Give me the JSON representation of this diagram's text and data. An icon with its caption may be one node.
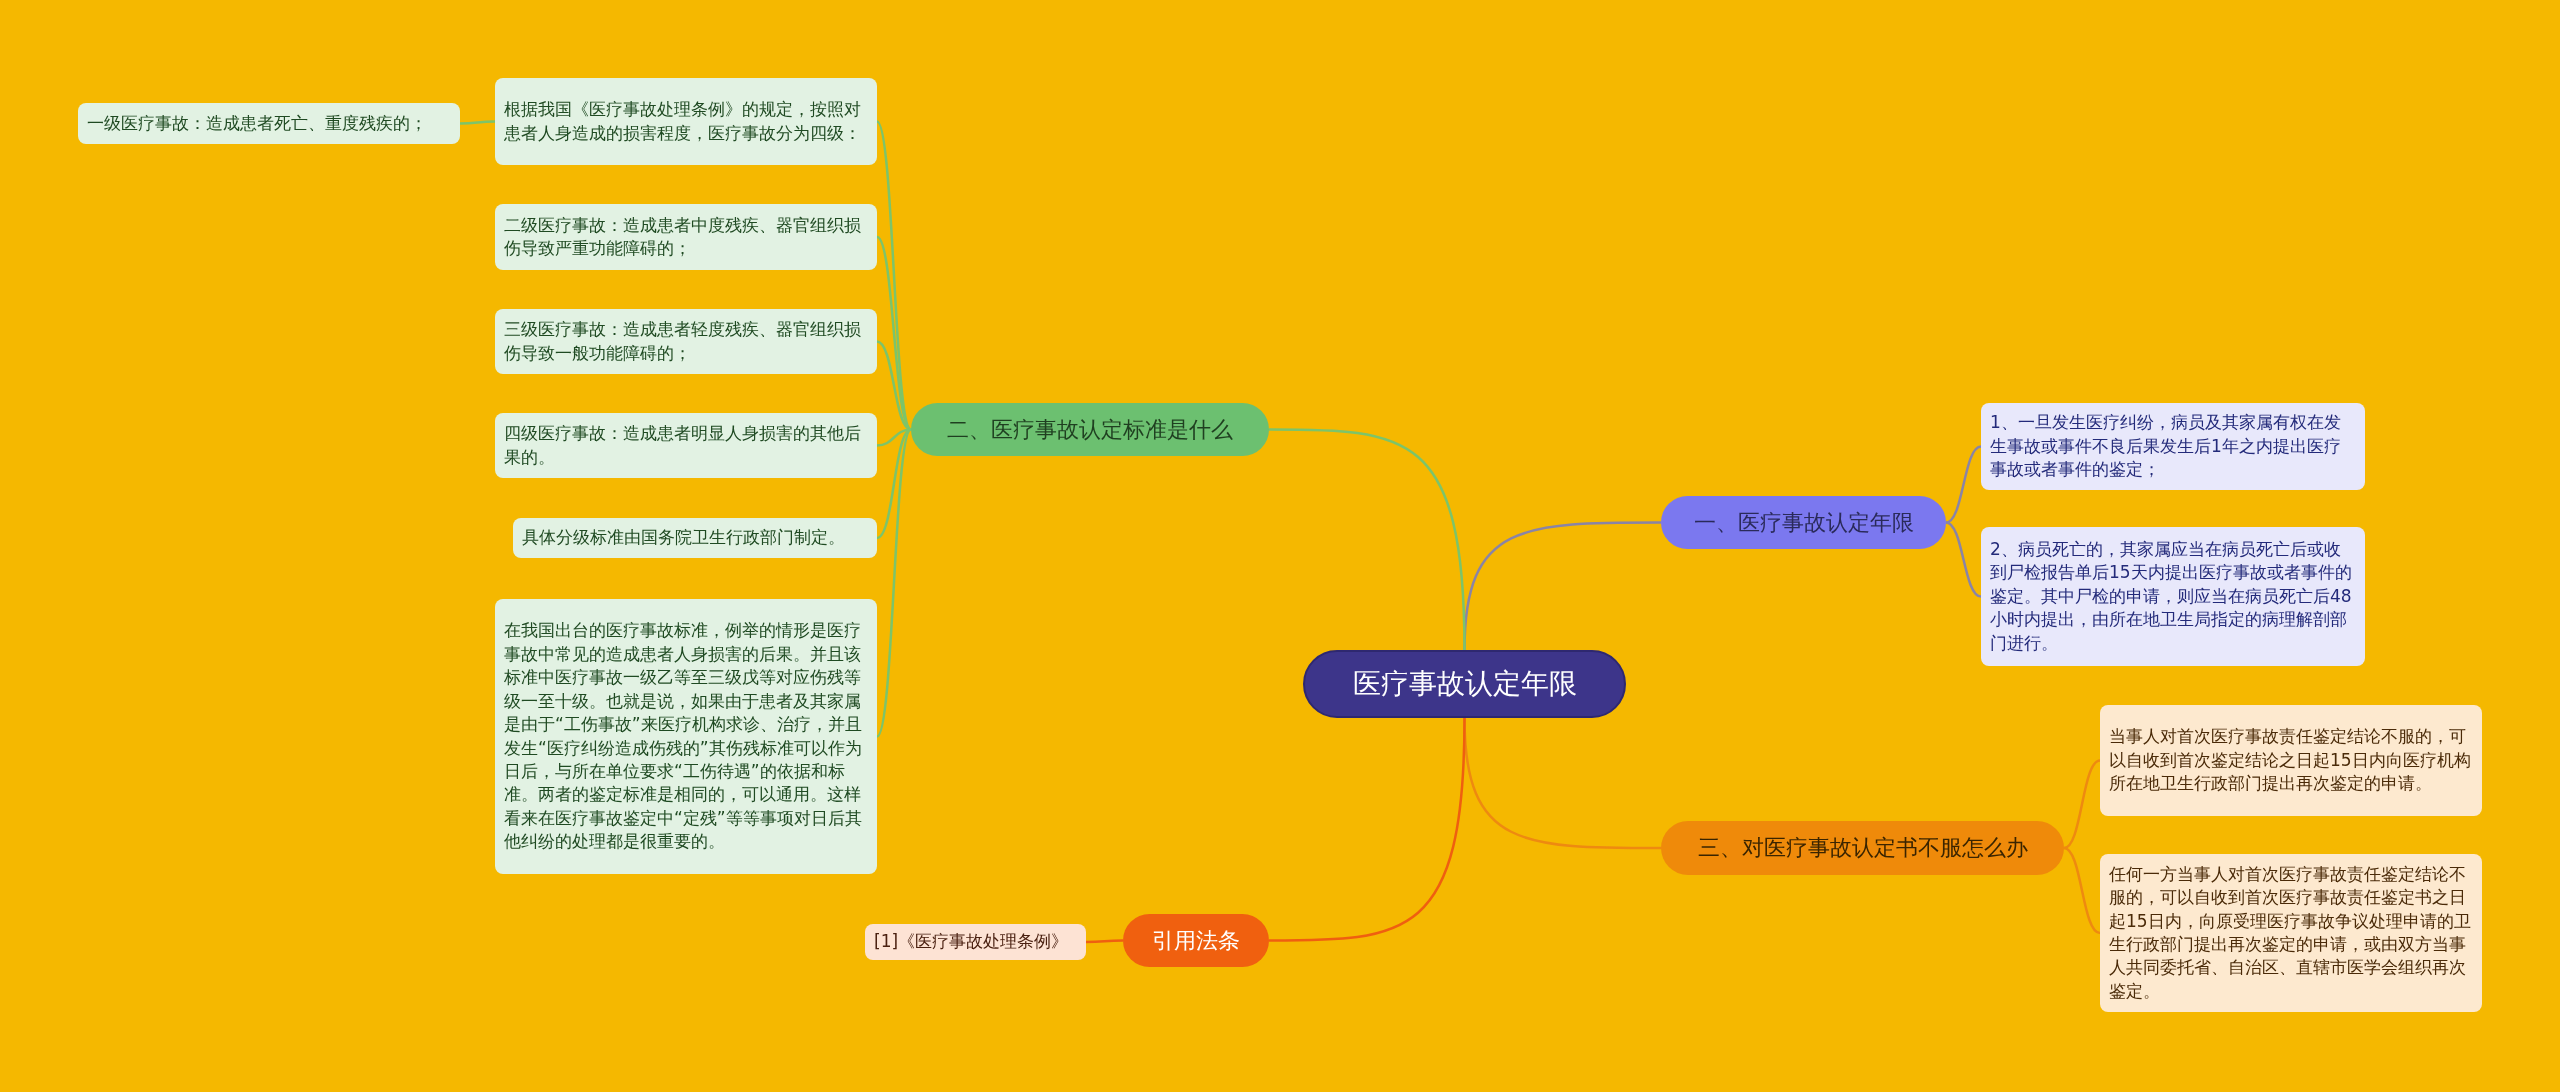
{
  "diagram": {
    "nodes": [
      {
        "text": [
          "医疗事故认定年限"
        ]
      },
      {
        "text": [
          "一、医疗事故认定年限"
        ]
      },
      {
        "text": [
          "1、一旦发生医疗纠纷，病员及其家属有权在发生事故或事件不良后果发生后1年之内提出医疗事故或者事件的鉴定；"
        ]
      },
      {
        "text": [
          "2、病员死亡的，其家属应当在病员死亡后或收到尸检报告单后15天内提出医疗事故或者事件的鉴定。其中尸检的申请，则应当在病员死亡后48小时内提出，由所在地卫生局指定的病理解剖部门进行。"
        ]
      },
      {
        "text": [
          "二、医疗事故认定标准是什么"
        ]
      },
      {
        "text": [
          "根据我国《医疗事故处理条例》的规定，按照对患者人身造成的损害程度，医疗事故分为四级："
        ]
      },
      {
        "text": [
          "一级医疗事故：造成患者死亡、重度残疾的；"
        ]
      },
      {
        "text": [
          "二级医疗事故：造成患者中度残疾、器官组织损伤导致严重功能障碍的；"
        ]
      },
      {
        "text": [
          "三级医疗事故：造成患者轻度残疾、器官组织损伤导致一般功能障碍的；"
        ]
      },
      {
        "text": [
          "四级医疗事故：造成患者明显人身损害的其他后果的。"
        ]
      },
      {
        "text": [
          "具体分级标准由国务院卫生行政部门制定。"
        ]
      },
      {
        "text": [
          "在我国出台的医疗事故标准，例举的情形是医疗事故中常见的造成患者人身损害的后果。并且该标准中医疗事故一级乙等至三级戊等对应伤残等级一至十级。也就是说，如果由于患者及其家属是由于“工伤事故”来医疗机构求诊、治疗，并且发生“医疗纠纷造成伤残的”其伤残标准可以作为日后，与所在单位要求“工伤待遇”的依据和标准。两者的鉴定标准是相同的，可以通用。这样看来在医疗事故鉴定中“定残”等等事项对日后其他纠纷的处理都是很重要的。"
        ]
      },
      {
        "text": [
          "三、对医疗事故认定书不服怎么办"
        ]
      },
      {
        "text": [
          "当事人对首次医疗事故责任鉴定结论不服的，可以自收到首次鉴定结论之日起15日内向医疗机构所在地卫生行政部门提出再次鉴定的申请。"
        ]
      },
      {
        "text": [
          "任何一方当事人对首次医疗事故责任鉴定结论不服的，可以自收到首次医疗事故责任鉴定书之日起15日内，向原受理医疗事故争议处理申请的卫生行政部门提出再次鉴定的申请，或由双方当事人共同委托省、自治区、直辖市医学会组织再次鉴定。"
        ]
      },
      {
        "text": [
          "引用法条"
        ]
      },
      {
        "text": [
          "[1]《医疗事故处理条例》"
        ]
      }
    ],
    "edges": [
      {
        "from": 0,
        "to": 1,
        "arrow": "none",
        "color": "#8a84a6"
      },
      {
        "from": 1,
        "to": 2,
        "arrow": "none",
        "color": "#8a84a6"
      },
      {
        "from": 1,
        "to": 3,
        "arrow": "none",
        "color": "#8a84a6"
      },
      {
        "from": 0,
        "to": 4,
        "arrow": "none",
        "color": "#7cc46a"
      },
      {
        "from": 4,
        "to": 5,
        "arrow": "none",
        "color": "#7cc46a"
      },
      {
        "from": 5,
        "to": 6,
        "arrow": "none",
        "color": "#7cc46a"
      },
      {
        "from": 4,
        "to": 7,
        "arrow": "none",
        "color": "#7cc46a"
      },
      {
        "from": 4,
        "to": 8,
        "arrow": "none",
        "color": "#7cc46a"
      },
      {
        "from": 4,
        "to": 9,
        "arrow": "none",
        "color": "#7cc46a"
      },
      {
        "from": 4,
        "to": 10,
        "arrow": "none",
        "color": "#7cc46a"
      },
      {
        "from": 4,
        "to": 11,
        "arrow": "none",
        "color": "#7cc46a"
      },
      {
        "from": 0,
        "to": 12,
        "arrow": "none",
        "color": "#ee8a10"
      },
      {
        "from": 12,
        "to": 13,
        "arrow": "none",
        "color": "#ee8a10"
      },
      {
        "from": 12,
        "to": 14,
        "arrow": "none",
        "color": "#ee8a10"
      },
      {
        "from": 0,
        "to": 15,
        "arrow": "none",
        "color": "#ef5f10"
      },
      {
        "from": 15,
        "to": 16,
        "arrow": "none",
        "color": "#ef5f10"
      }
    ]
  }
}
